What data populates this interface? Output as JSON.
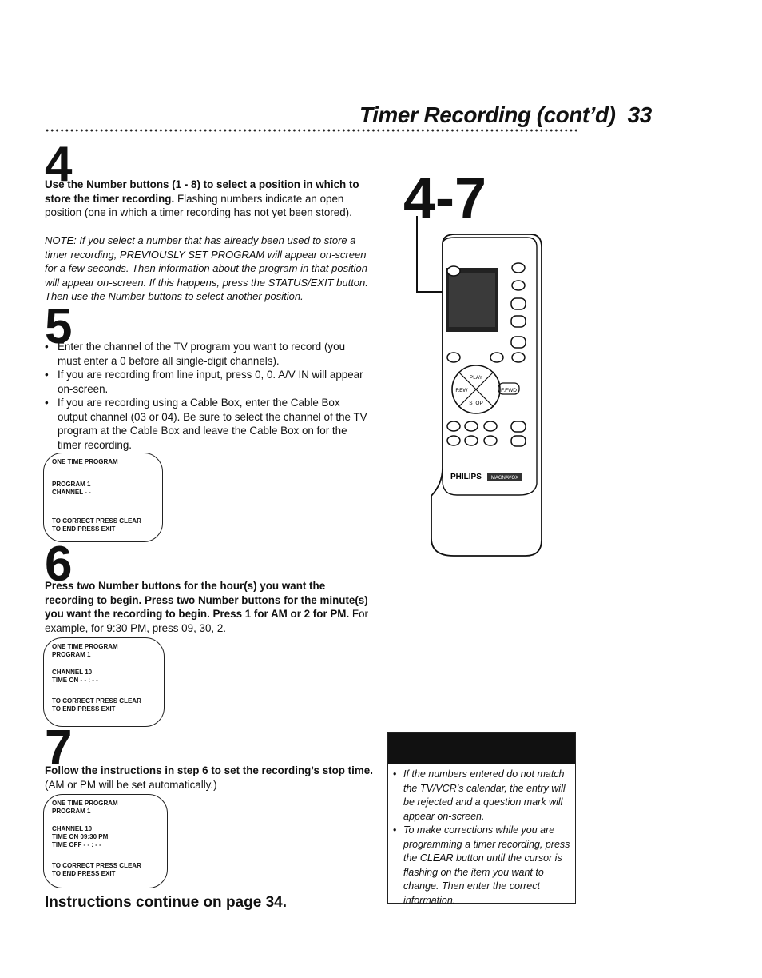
{
  "header": {
    "title": "Timer Recording (cont’d)",
    "page_number": "33"
  },
  "step4": {
    "number": "4",
    "bold_text": "Use the Number buttons (1 - 8) to select a position in which to store the timer recording.",
    "text": " Flashing numbers indicate an open position (one in which a timer recording has not yet been stored).",
    "note": "NOTE: If you select a number that has already been used to store a timer recording, PREVIOUSLY SET PROGRAM will appear on-screen for a few seconds. Then information about the program in that position will appear on-screen. If this happens, press the STATUS/EXIT button. Then use the Number buttons to select another position."
  },
  "step5": {
    "number": "5",
    "bullets": [
      "Enter the channel of the TV program you want to record (you must enter a 0 before all single-digit channels).",
      "If you are recording from line input, press 0, 0. A/V IN will appear on-screen.",
      "If you are recording using a Cable Box, enter the Cable Box output channel (03 or 04). Be sure to select the channel of the TV program at the Cable Box and leave the Cable Box on for the timer recording."
    ],
    "screen": {
      "title": "ONE TIME PROGRAM",
      "program": "PROGRAM  1",
      "channel": "CHANNEL  - -",
      "correct": "TO CORRECT PRESS CLEAR",
      "end": "TO END PRESS EXIT"
    }
  },
  "step6": {
    "number": "6",
    "bold_text": "Press two Number buttons for the hour(s) you want the recording to begin. Press two Number buttons for the minute(s) you want the recording to begin. Press 1 for AM or 2 for PM.",
    "text": " For example, for 9:30 PM, press 09, 30, 2.",
    "screen": {
      "title": "ONE TIME PROGRAM",
      "program": "PROGRAM  1",
      "channel": "CHANNEL  10",
      "time_on": "TIME ON  - - : - -",
      "correct": "TO CORRECT PRESS CLEAR",
      "end": "TO END PRESS EXIT"
    }
  },
  "step7": {
    "number": "7",
    "bold_text": "Follow the instructions in step 6 to set the recording’s stop time.",
    "text": " (AM or PM will be set automatically.)",
    "screen": {
      "title": "ONE TIME PROGRAM",
      "program": "PROGRAM  1",
      "channel": "CHANNEL  10",
      "time_on": "TIME ON  09:30 PM",
      "time_off": "TIME OFF  - - : - -",
      "correct": "TO CORRECT PRESS CLEAR",
      "end": "TO END PRESS EXIT"
    }
  },
  "continue_text": "Instructions continue on page 34.",
  "figure": {
    "label": "4-7",
    "remote": {
      "brand": "PHILIPS",
      "brand_badge": "MAGNAVOX",
      "play": "PLAY",
      "stop": "STOP",
      "rew": "REW",
      "ffwd": "F.FWD"
    }
  },
  "tips": [
    "If the numbers entered do not match the TV/VCR’s calendar, the entry will be rejected and a question mark will appear on-screen.",
    "To make corrections while you are programming a timer recording, press the CLEAR button until the cursor is flashing on the item you want to change. Then enter the correct information."
  ]
}
